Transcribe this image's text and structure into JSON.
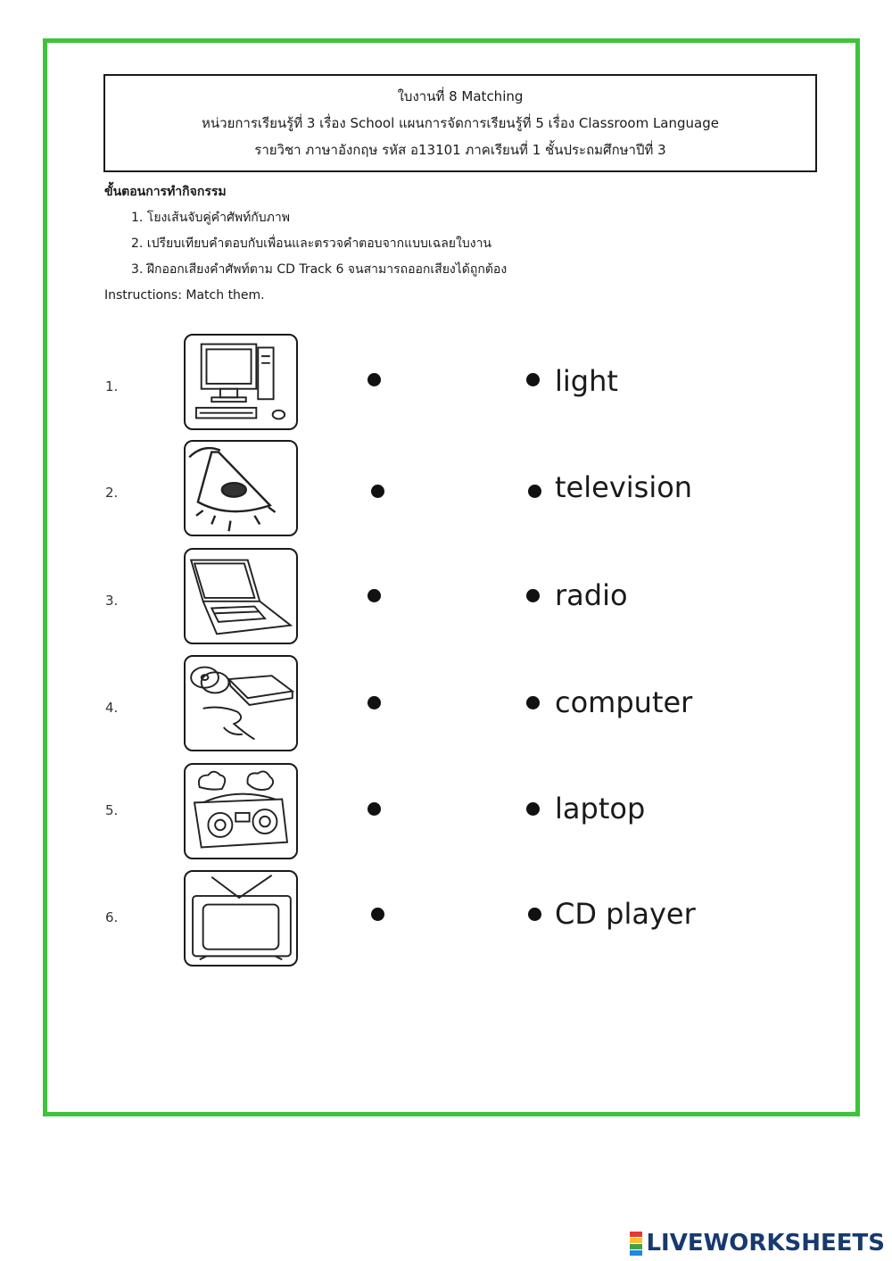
{
  "header": {
    "line1": "ใบงานที่ 8 Matching",
    "line2": "หน่วยการเรียนรู้ที่ 3 เรื่อง School แผนการจัดการเรียนรู้ที่ 5  เรื่อง Classroom Language",
    "line3": "รายวิชา ภาษาอังกฤษ  รหัส อ13101 ภาคเรียนที่ 1 ชั้นประถมศึกษาปีที่ 3"
  },
  "steps": {
    "heading": "ขั้นตอนการทำกิจกรรม",
    "items": [
      "1. โยงเส้นจับคู่คำศัพท์กับภาพ",
      "2. เปรียบเทียบคำตอบกับเพื่อนและตรวจคำตอบจากแบบเฉลยใบงาน",
      "3. ฝึกออกเสียงคำศัพท์ตาม CD Track 6  จนสามารถออกเสียงได้ถูกต้อง"
    ],
    "instruction_label": "Instructions:",
    "instruction_text": " Match them."
  },
  "rows": [
    {
      "number": "1.",
      "picture": "computer-icon",
      "word": "light"
    },
    {
      "number": "2.",
      "picture": "lamp-icon",
      "word": "television"
    },
    {
      "number": "3.",
      "picture": "laptop-icon",
      "word": "radio"
    },
    {
      "number": "4.",
      "picture": "cd-player-icon",
      "word": "computer"
    },
    {
      "number": "5.",
      "picture": "radio-icon",
      "word": "laptop"
    },
    {
      "number": "6.",
      "picture": "television-icon",
      "word": "CD player"
    }
  ],
  "branding": {
    "logo_text": "LIVEWORKSHEETS",
    "colors": {
      "frame": "#3cc43a",
      "logo": "#173a6e"
    }
  }
}
